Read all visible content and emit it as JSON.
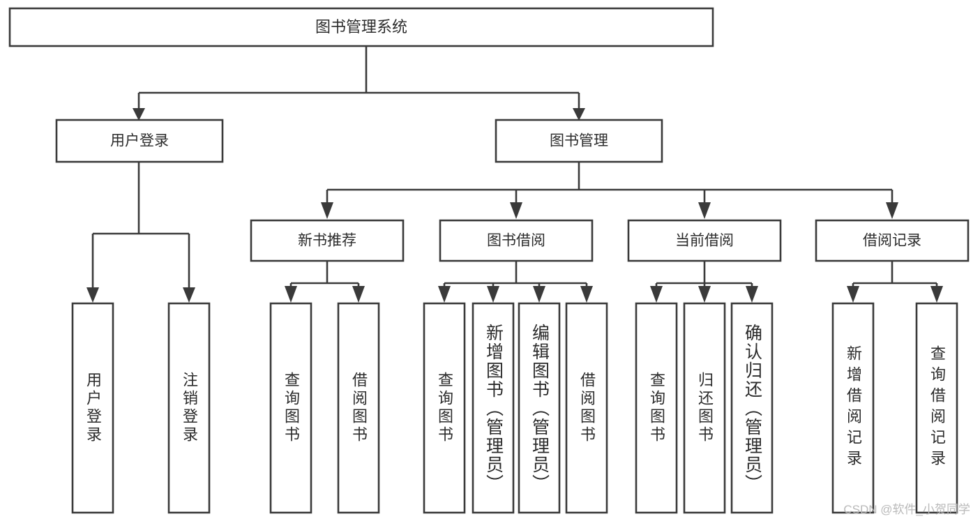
{
  "diagram": {
    "title": "图书管理系统",
    "type": "tree-hierarchy-chart",
    "colors": {
      "box_border": "#3a3a3a",
      "box_fill": "#ffffff",
      "text": "#2b2b2b",
      "background": "#ffffff",
      "watermark": "#b9b9b9"
    },
    "root": {
      "label": "图书管理系统"
    },
    "level2": [
      {
        "label": "用户登录"
      },
      {
        "label": "图书管理"
      }
    ],
    "level3": [
      {
        "label": "新书推荐"
      },
      {
        "label": "图书借阅"
      },
      {
        "label": "当前借阅"
      },
      {
        "label": "借阅记录"
      }
    ],
    "leaves": {
      "user_login": [
        {
          "label": "用户登录"
        },
        {
          "label": "注销登录"
        }
      ],
      "new_book_recommend": [
        {
          "label": "查询图书"
        },
        {
          "label": "借阅图书"
        }
      ],
      "book_borrow": [
        {
          "label": "查询图书"
        },
        {
          "label": "新增图书（管理员）"
        },
        {
          "label": "编辑图书（管理员）"
        },
        {
          "label": "借阅图书"
        }
      ],
      "current_borrow": [
        {
          "label": "查询图书"
        },
        {
          "label": "归还图书"
        },
        {
          "label": "确认归还（管理员）"
        }
      ],
      "borrow_record": [
        {
          "label": "新增借阅记录"
        },
        {
          "label": "查询借阅记录"
        }
      ]
    }
  },
  "watermark": {
    "text": "CSDN @软件_小贺同学"
  }
}
